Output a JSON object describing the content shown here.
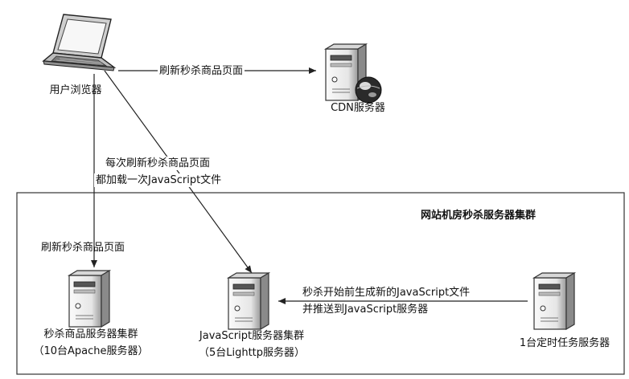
{
  "nodes": {
    "browser": {
      "label": "用户浏览器"
    },
    "cdn": {
      "label": "CDN服务器"
    },
    "seckill_cluster": {
      "line1": "秒杀商品服务器集群",
      "line2": "（10台Apache服务器）"
    },
    "js_cluster": {
      "line1": "JavaScript服务器集群",
      "line2": "（5台Lighttp服务器）"
    },
    "timer": {
      "label": "1台定时任务服务器"
    }
  },
  "boundary": {
    "title": "网站机房秒杀服务器集群"
  },
  "edges": {
    "browser_to_cdn": {
      "label": "刷新秒杀商品页面"
    },
    "browser_to_js": {
      "line1": "每次刷新秒杀商品页面",
      "line2": "都加载一次JavaScript文件"
    },
    "browser_to_seckill": {
      "label": "刷新秒杀商品页面"
    },
    "timer_to_js": {
      "line1": "秒杀开始前生成新的JavaScript文件",
      "line2": "并推送到JavaScript服务器"
    }
  },
  "colors": {
    "line": "#222222",
    "server_body": "#f2f2f2",
    "server_shade": "#9a9a9a",
    "globe": "#2a2a2a"
  },
  "icons": {
    "browser": "laptop-icon",
    "cdn": "server-icon",
    "cdn_badge": "globe-icon",
    "server": "server-icon"
  }
}
